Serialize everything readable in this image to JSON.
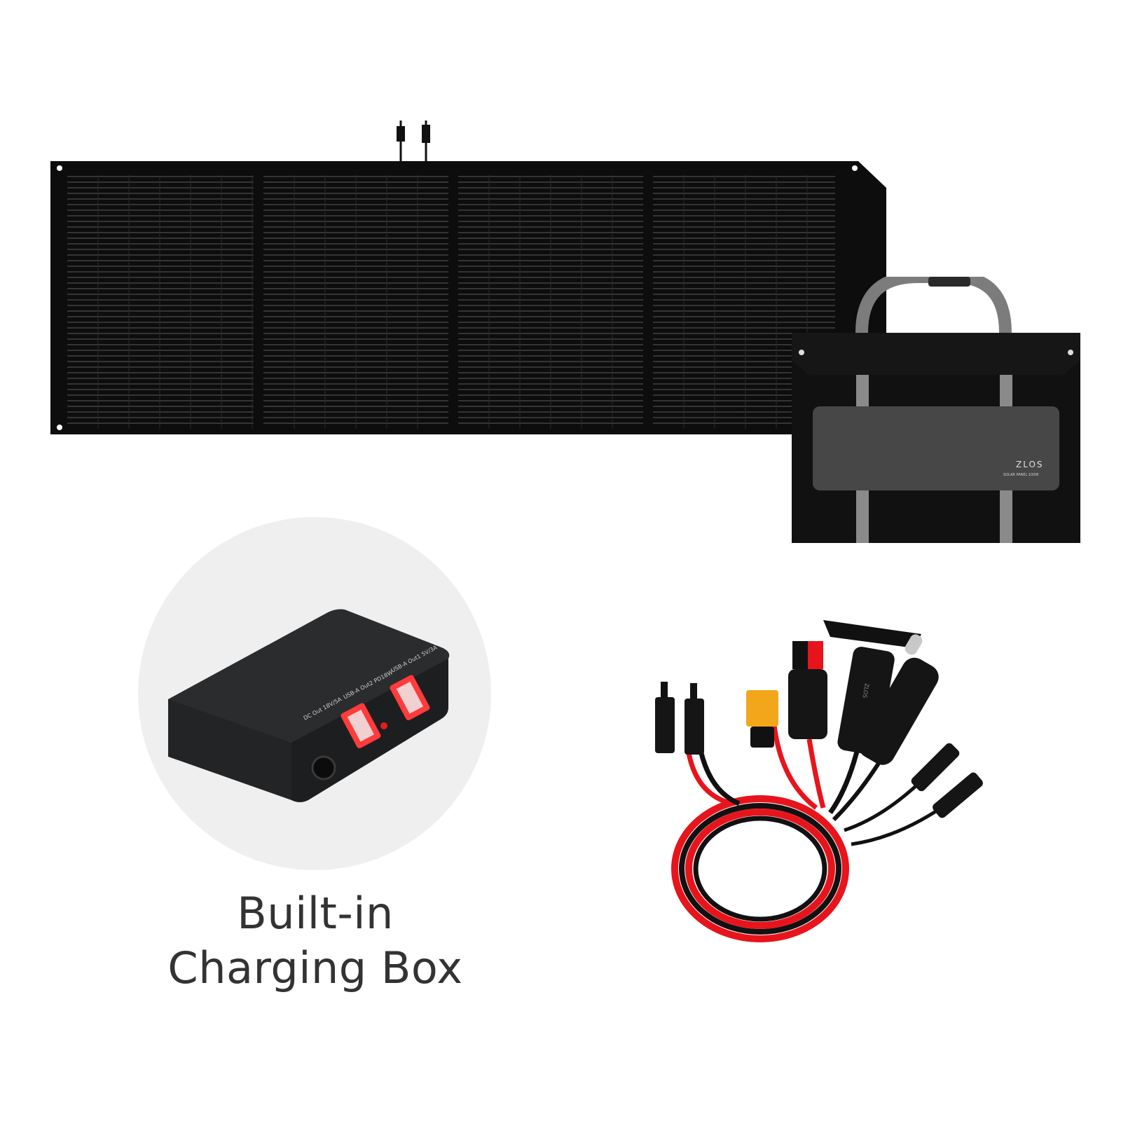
{
  "caption": {
    "line1": "Built-in",
    "line2": "Charging Box"
  },
  "bag": {
    "brand": "ZLOS",
    "model": "SOLAR PANEL 100W"
  },
  "charging_box": {
    "port_dc": "DC Out\n18V/5A",
    "port_usb1": "USB-A Out2\nPD18W",
    "port_usb2": "USB-A Out1\n5V/3A"
  },
  "cable_brand": "ZLOS",
  "colors": {
    "panel": "#0f0f0f",
    "cell_line": "#6b6b6b",
    "strap": "#8a8a8a",
    "cable_red": "#e8141c",
    "connector_yellow": "#f2a71b",
    "caption_text": "#333333"
  }
}
